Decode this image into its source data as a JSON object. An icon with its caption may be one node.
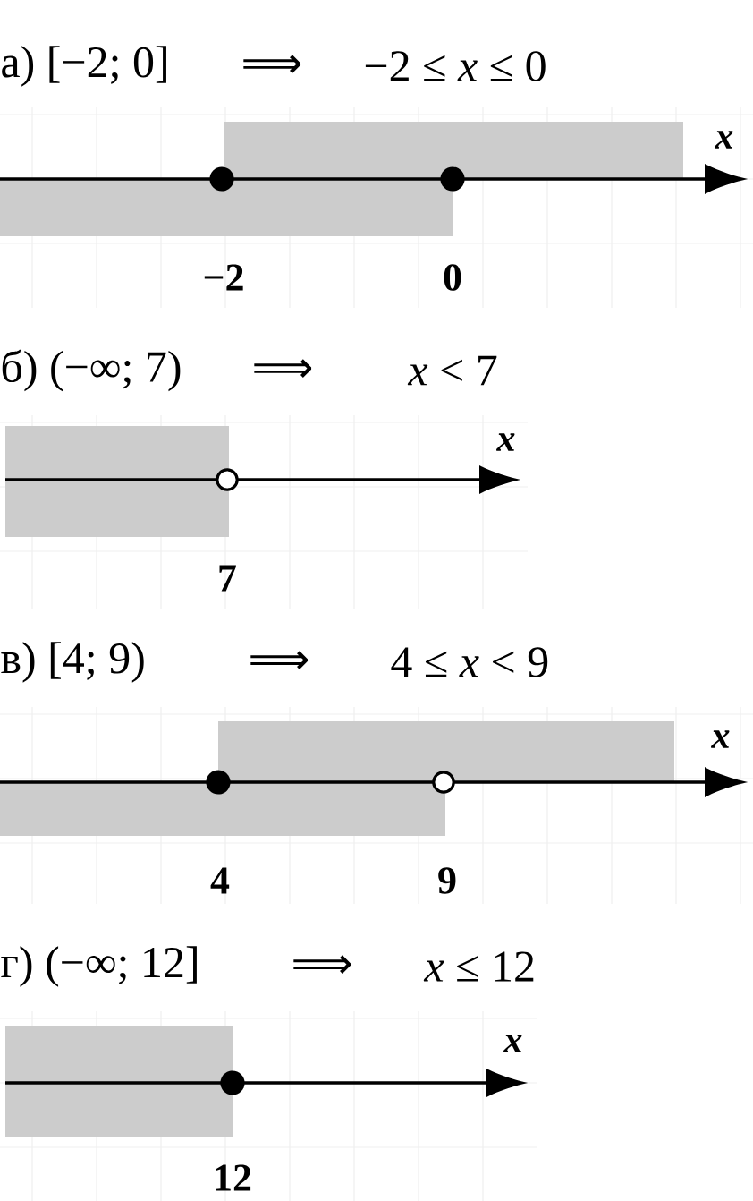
{
  "diagram": {
    "nodes": [
      {
        "text": [],
        "shape": "box"
      },
      {
        "text": [],
        "shape": "box"
      },
      {
        "text": [],
        "shape": "box"
      },
      {
        "text": [],
        "shape": "box"
      },
      {
        "text": [],
        "shape": "box"
      },
      {
        "text": [],
        "shape": "box"
      }
    ],
    "labels": [
      "а) [−2; 0]",
      "⟹",
      "−2 ≤ *x* ≤ 0",
      "x",
      "−2",
      "0",
      "б) (−∞; 7)",
      "⟹",
      "*x* < 7",
      "x",
      "7",
      "в) [4; 9)",
      "⟹",
      "4 ≤ *x* < 9",
      "x",
      "4",
      "9",
      "г) (−∞; 12]",
      "⟹",
      "*x* ≤ 12",
      "x",
      "12"
    ]
  }
}
